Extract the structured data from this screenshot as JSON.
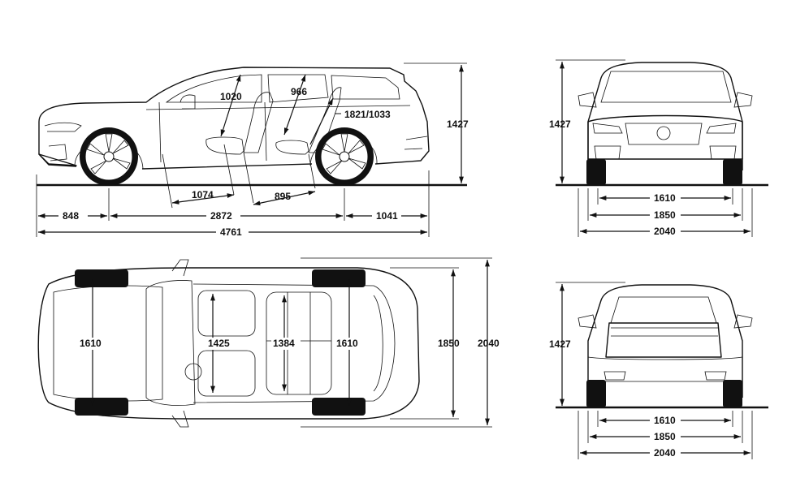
{
  "side_view": {
    "headroom_front": "1020",
    "headroom_rear": "966",
    "cargo_height": "1821/1033",
    "height": "1427",
    "front_legroom": "1074",
    "rear_legroom": "895",
    "front_overhang": "848",
    "wheelbase": "2872",
    "rear_overhang": "1041",
    "length": "4761"
  },
  "front_view": {
    "height": "1427",
    "track": "1610",
    "width": "1850",
    "width_with_mirrors": "2040"
  },
  "top_view": {
    "front_track": "1610",
    "front_shoulder": "1425",
    "rear_shoulder": "1384",
    "rear_track": "1610",
    "width": "1850",
    "width_with_mirrors": "2040"
  },
  "rear_view": {
    "height": "1427",
    "track": "1610",
    "width": "1850",
    "width_with_mirrors": "2040"
  }
}
